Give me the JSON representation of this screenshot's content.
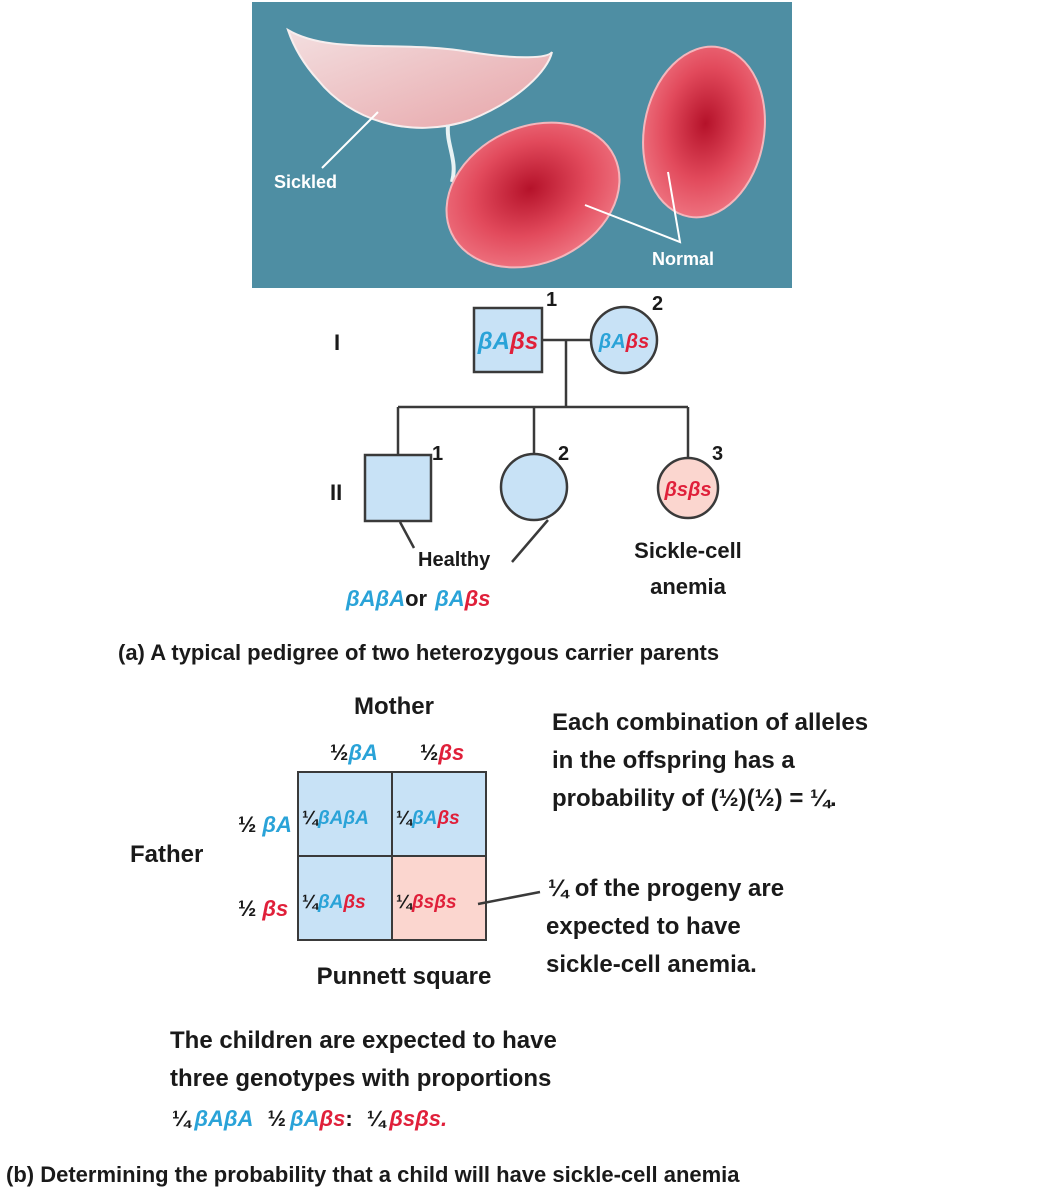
{
  "micrograph": {
    "label_sickled": "Sickled",
    "label_normal": "Normal",
    "background_color": "#4e8ea3",
    "cell_color": "#e24a5c"
  },
  "colors": {
    "allele_A": "#2aa3d8",
    "allele_S": "#e0203a",
    "unaffected_fill": "#c8e2f6",
    "affected_fill": "#fbd6cf"
  },
  "pedigree": {
    "gen1_label": "I",
    "gen2_label": "II",
    "gen1": [
      {
        "num": "1",
        "shape": "square",
        "status": "carrier",
        "genotype": [
          "βA",
          "βs"
        ]
      },
      {
        "num": "2",
        "shape": "circle",
        "status": "carrier",
        "genotype": [
          "βA",
          "βs"
        ]
      }
    ],
    "gen2": [
      {
        "num": "1",
        "shape": "square",
        "status": "healthy"
      },
      {
        "num": "2",
        "shape": "circle",
        "status": "healthy"
      },
      {
        "num": "3",
        "shape": "circle",
        "status": "affected",
        "genotype": [
          "βs",
          "βs"
        ]
      }
    ],
    "healthy_label": "Healthy",
    "healthy_genotypes": {
      "g1": "βAβA",
      "or": "or",
      "g2": "βAβs"
    },
    "affected_label_line1": "Sickle-cell",
    "affected_label_line2": "anemia"
  },
  "caption_a": {
    "prefix": "(a)",
    "text": "A typical pedigree of two heterozygous carrier parents"
  },
  "punnett": {
    "mother_label": "Mother",
    "father_label": "Father",
    "col_headers": [
      {
        "frac": "½",
        "allele": "βA"
      },
      {
        "frac": "½",
        "allele": "βs"
      }
    ],
    "row_headers": [
      {
        "frac": "½",
        "allele": "βA"
      },
      {
        "frac": "½",
        "allele": "βs"
      }
    ],
    "cells": [
      {
        "frac": "¼",
        "genotype": "βAβA",
        "affected": false
      },
      {
        "frac": "¼",
        "genotype": "βAβs",
        "affected": false
      },
      {
        "frac": "¼",
        "genotype": "βAβs",
        "affected": false
      },
      {
        "frac": "¼",
        "genotype": "βsβs",
        "affected": true
      }
    ],
    "title": "Punnett square"
  },
  "note_combination": {
    "line1": "Each combination of  alleles",
    "line2": "in the offspring has a",
    "line3_prefix": "probability of",
    "line3_formula": "(½)(½) = ¼."
  },
  "note_progeny": {
    "frac": "¼",
    "line1": "of the progeny are",
    "line2": "expected to have",
    "line3": "sickle-cell anemia."
  },
  "summary": {
    "line1": "The children are expected to have",
    "line2": "three genotypes with proportions",
    "p1": "¼",
    "g1": "βAβA",
    "p2": "½",
    "g2": "βAβs",
    "sep": ":",
    "p3": "¼",
    "g3": "βsβs."
  },
  "caption_b": {
    "prefix": "(b)",
    "text": "Determining the probability that a child will have sickle-cell anemia"
  }
}
